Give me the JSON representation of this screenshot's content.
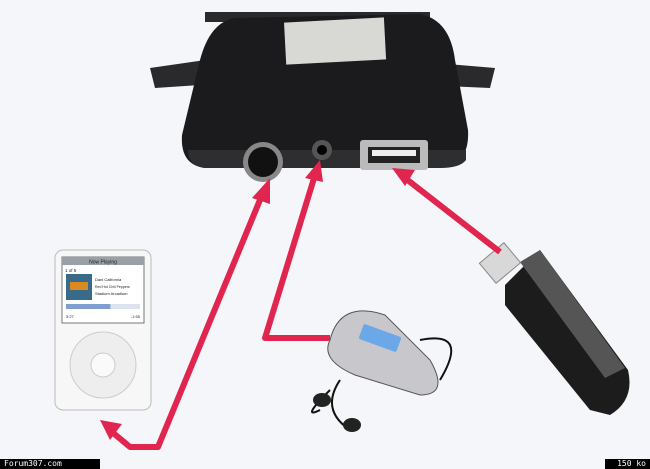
{
  "watermark": {
    "site": "Forum307.com",
    "file_size": "150 ko"
  },
  "ipod_screen": {
    "header": "Now Playing",
    "track_count": "1 of 5",
    "song": "Dani California",
    "artist": "Red Hot Chili Peppers",
    "album": "Stadium Arcadium",
    "elapsed": "3:27",
    "remaining": "-1:55",
    "progress": 0.6
  },
  "colors": {
    "arrow": "#e0254f",
    "device": "#1b1b1d",
    "background": "#f4f6fa"
  }
}
